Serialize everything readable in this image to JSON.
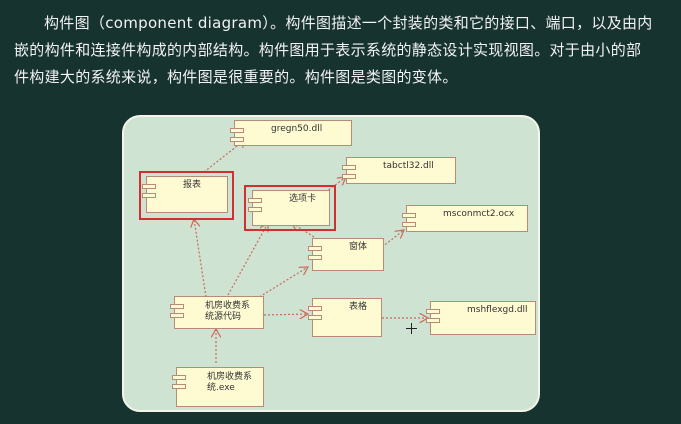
{
  "paragraph": {
    "line1": "构件图（component diagram）。构件图描述一个封装的类和它的接口、端口，以及由内",
    "line2": "嵌的构件和连接件构成的内部结构。构件图用于表示系统的静态设计实现视图。对于由小的部",
    "line3": "件构建大的系统来说，构件图是很重要的。构件图是类图的变体。"
  },
  "diagram": {
    "components": {
      "gregn50": "gregn50.dll",
      "tabctl32": "tabctl32.dll",
      "mscomct2": "msconmct2.ocx",
      "mshflexgd": "mshflexgd.dll",
      "baobiao": "报表",
      "xuanxiangka": "选项卡",
      "chuangti": "窗体",
      "biaoge": "表格",
      "source_line1": "机房收费系",
      "source_line2": "统源代码",
      "exe_line1": "机房收费系",
      "exe_line2": "统.exe"
    }
  }
}
